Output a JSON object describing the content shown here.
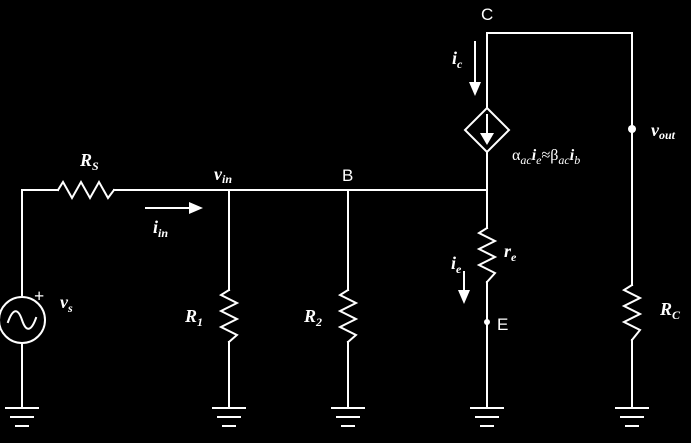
{
  "colors": {
    "background": "#000000",
    "wire": "#ffffff"
  },
  "labels": {
    "node_c": "C",
    "node_b": "B",
    "node_e": "E",
    "rs": {
      "main": "R",
      "sub": "S"
    },
    "vin": {
      "main": "v",
      "sub": "in"
    },
    "iin": {
      "main": "i",
      "sub": "in"
    },
    "vs": {
      "main": "v",
      "sub": "s"
    },
    "plus_sign": "+",
    "r1": {
      "main": "R",
      "sub": "1"
    },
    "r2": {
      "main": "R",
      "sub": "2"
    },
    "ic": {
      "main": "i",
      "sub": "c"
    },
    "ie": {
      "main": "i",
      "sub": "e"
    },
    "re": {
      "main": "r",
      "sub": "e"
    },
    "rc": {
      "main": "R",
      "sub": "C"
    },
    "vout": {
      "main": "v",
      "sub": "out"
    },
    "dep_source": {
      "alpha": "α",
      "alpha_sub": "ac",
      "i1": "i",
      "i1_sub": "e",
      "approx": "≈",
      "beta": "β",
      "beta_sub": "ac",
      "i2": "i",
      "i2_sub": "b"
    }
  },
  "icons": [
    "ac-voltage-source-icon",
    "resistor-icon",
    "dependent-current-source-icon",
    "ground-icon",
    "current-arrow-icon",
    "node-dot-icon"
  ]
}
